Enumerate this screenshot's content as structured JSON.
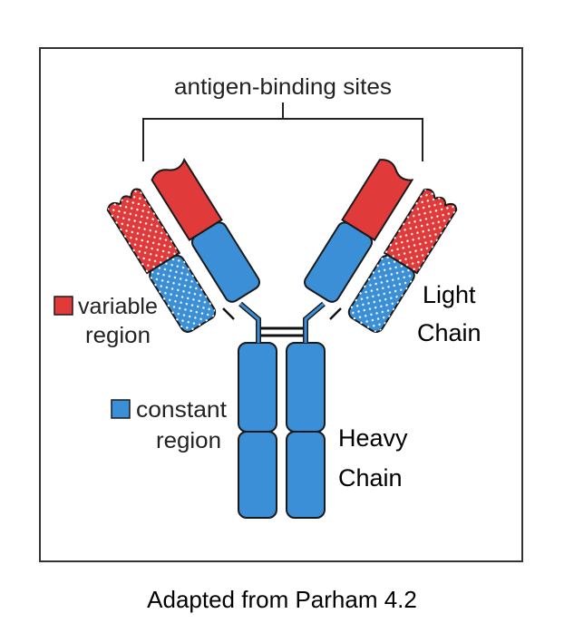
{
  "diagram": {
    "top_label": "antigen-binding sites",
    "legend": {
      "variable": {
        "line1": "variable",
        "line2": "region"
      },
      "constant": {
        "line1": "constant",
        "line2": "region"
      }
    },
    "light_chain": {
      "line1": "Light",
      "line2": "Chain"
    },
    "heavy_chain": {
      "line1": "Heavy",
      "line2": "Chain"
    }
  },
  "caption": "Adapted from Parham 4.2",
  "colors": {
    "variable": "#e03a3a",
    "constant": "#3a8fd6",
    "outline": "#1a1a1a",
    "dots": "#ffffff"
  }
}
